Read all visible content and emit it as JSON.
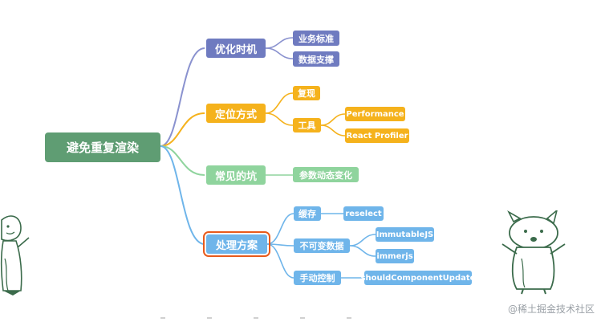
{
  "root": "避免重复渲染",
  "branches": {
    "timing": {
      "label": "优化时机",
      "children": [
        "业务标准",
        "数据支撑"
      ]
    },
    "locate": {
      "label": "定位方式",
      "children": [
        "复现",
        "工具"
      ],
      "tools": [
        "Performance",
        "React Profiler"
      ]
    },
    "pitfall": {
      "label": "常见的坑",
      "children": [
        "参数动态变化"
      ]
    },
    "solution": {
      "label": "处理方案",
      "cache": {
        "label": "缓存",
        "items": [
          "reselect"
        ]
      },
      "immutable": {
        "label": "不可变数据",
        "items": [
          "ImmutableJS",
          "immerjs"
        ]
      },
      "manual": {
        "label": "手动控制",
        "items": [
          "shouldComponentUpdate"
        ]
      }
    }
  },
  "watermark": "@稀土掘金技术社区",
  "colors": {
    "root": "#5f9d73",
    "purple": "#6f7bc0",
    "orange": "#f5b21c",
    "green": "#8fd49d",
    "blue": "#6fb5ea",
    "highlight": "#e85a1b"
  }
}
